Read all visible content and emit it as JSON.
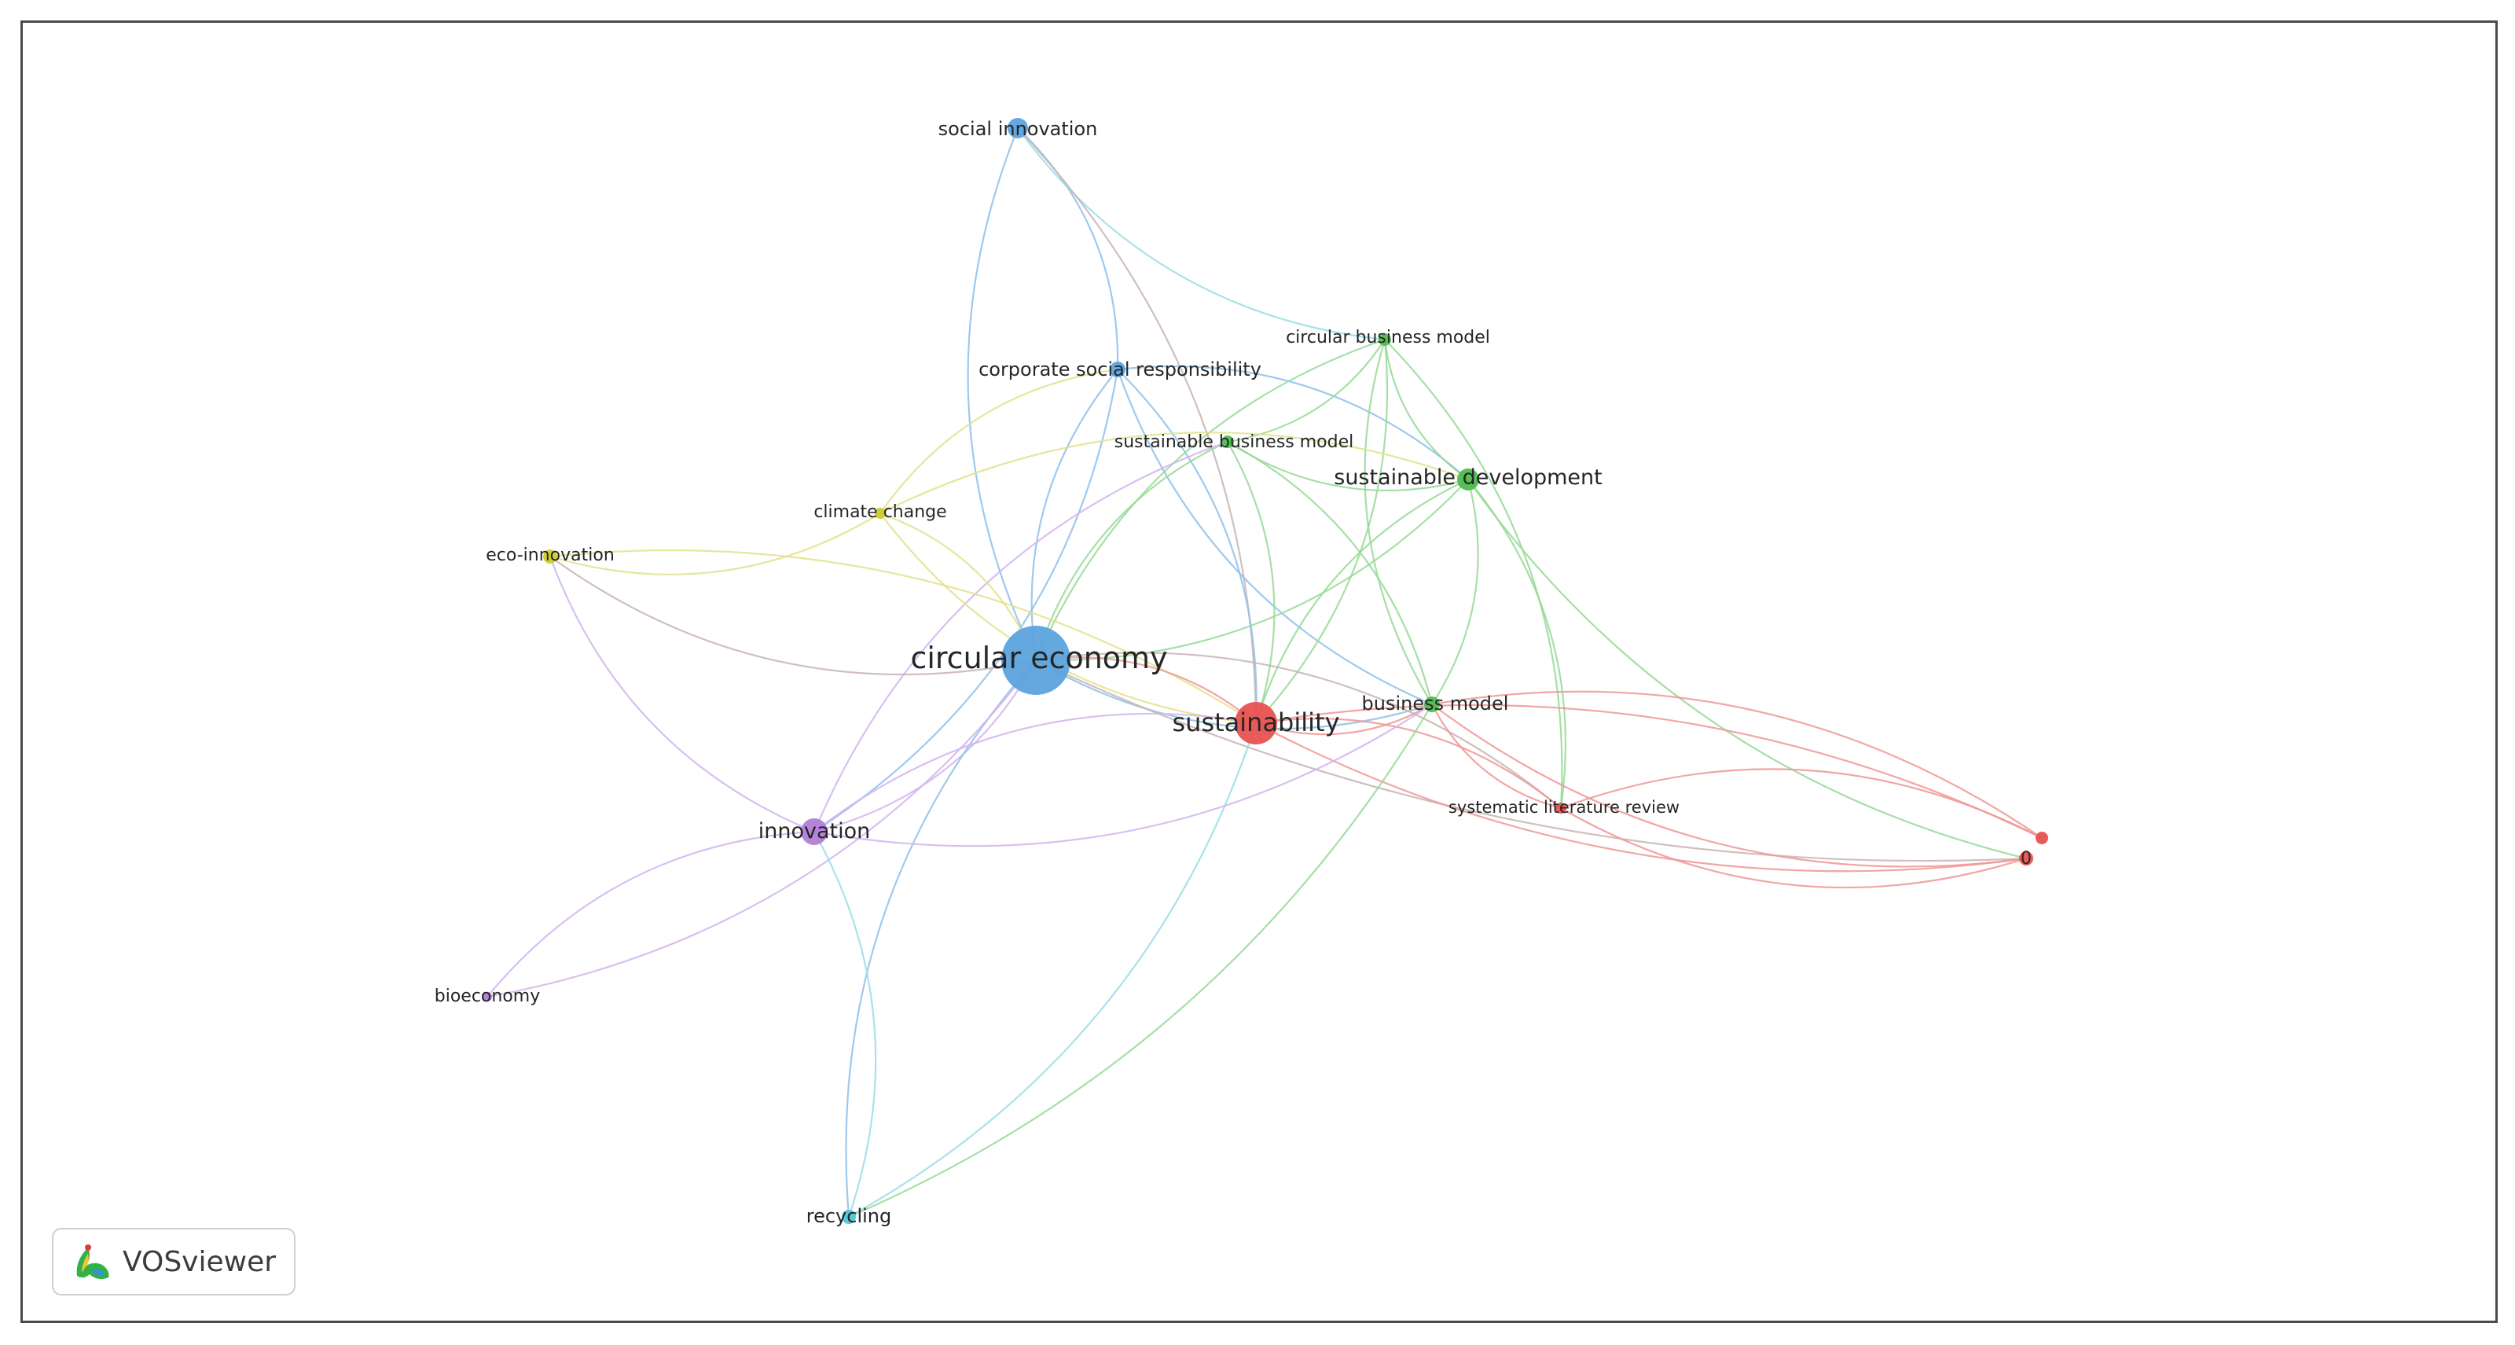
{
  "map": {
    "nodes": [
      {
        "id": "social_innovation",
        "label": "social innovation",
        "cluster": "blue"
      },
      {
        "id": "circular_business_model",
        "label": "circular business model",
        "cluster": "green"
      },
      {
        "id": "csr",
        "label": "corporate social responsibility",
        "cluster": "blue"
      },
      {
        "id": "sustainable_business_model",
        "label": "sustainable business model",
        "cluster": "green"
      },
      {
        "id": "sustainable_development",
        "label": "sustainable development",
        "cluster": "green"
      },
      {
        "id": "climate_change",
        "label": "climate change",
        "cluster": "yellow"
      },
      {
        "id": "eco_innovation",
        "label": "eco-innovation",
        "cluster": "yellow"
      },
      {
        "id": "circular_economy",
        "label": "circular economy",
        "cluster": "blue"
      },
      {
        "id": "business_model",
        "label": "business model",
        "cluster": "green"
      },
      {
        "id": "sustainability",
        "label": "sustainability",
        "cluster": "red"
      },
      {
        "id": "systematic_literature_review",
        "label": "systematic literature review",
        "cluster": "red"
      },
      {
        "id": "innovation",
        "label": "innovation",
        "cluster": "purple"
      },
      {
        "id": "zero",
        "label": "0",
        "cluster": "red"
      },
      {
        "id": "red_small",
        "label": "",
        "cluster": "red"
      },
      {
        "id": "bioeconomy",
        "label": "bioeconomy",
        "cluster": "purple"
      },
      {
        "id": "recycling",
        "label": "recycling",
        "cluster": "cyan"
      }
    ],
    "clusters": {
      "blue": "#5ca3dd",
      "green": "#4fbd4f",
      "red": "#e8524f",
      "yellow": "#cccc2e",
      "purple": "#b07fd8",
      "cyan": "#4ec6d6"
    },
    "edge_colors": {
      "blue": "#8ec0ea",
      "green": "#96d996",
      "red": "#ee9694",
      "yellow": "#e2e28a",
      "purple": "#d2b4ef",
      "cyan": "#98dde6",
      "mixed": "#c8b4b4"
    },
    "edges": [
      {
        "from": "social_innovation",
        "to": "circular_economy",
        "color": "blue"
      },
      {
        "from": "social_innovation",
        "to": "csr",
        "color": "blue"
      },
      {
        "from": "social_innovation",
        "to": "circular_business_model",
        "color": "cyan"
      },
      {
        "from": "social_innovation",
        "to": "sustainability",
        "color": "mixed"
      },
      {
        "from": "csr",
        "to": "circular_economy",
        "color": "blue"
      },
      {
        "from": "csr",
        "to": "sustainability",
        "color": "blue"
      },
      {
        "from": "csr",
        "to": "business_model",
        "color": "blue"
      },
      {
        "from": "csr",
        "to": "sustainable_development",
        "color": "blue"
      },
      {
        "from": "csr",
        "to": "climate_change",
        "color": "yellow"
      },
      {
        "from": "csr",
        "to": "innovation",
        "color": "blue"
      },
      {
        "from": "circular_business_model",
        "to": "sustainable_development",
        "color": "green"
      },
      {
        "from": "circular_business_model",
        "to": "sustainability",
        "color": "green"
      },
      {
        "from": "circular_business_model",
        "to": "business_model",
        "color": "green"
      },
      {
        "from": "circular_business_model",
        "to": "sustainable_business_model",
        "color": "green"
      },
      {
        "from": "circular_business_model",
        "to": "circular_economy",
        "color": "green"
      },
      {
        "from": "circular_business_model",
        "to": "systematic_literature_review",
        "color": "green"
      },
      {
        "from": "sustainable_business_model",
        "to": "sustainable_development",
        "color": "green"
      },
      {
        "from": "sustainable_business_model",
        "to": "sustainability",
        "color": "green"
      },
      {
        "from": "sustainable_business_model",
        "to": "circular_economy",
        "color": "green"
      },
      {
        "from": "sustainable_business_model",
        "to": "business_model",
        "color": "green"
      },
      {
        "from": "sustainable_business_model",
        "to": "innovation",
        "color": "purple"
      },
      {
        "from": "sustainable_development",
        "to": "circular_economy",
        "color": "green"
      },
      {
        "from": "sustainable_development",
        "to": "sustainability",
        "color": "green"
      },
      {
        "from": "sustainable_development",
        "to": "business_model",
        "color": "green"
      },
      {
        "from": "sustainable_development",
        "to": "zero",
        "color": "green"
      },
      {
        "from": "sustainable_development",
        "to": "systematic_literature_review",
        "color": "green"
      },
      {
        "from": "sustainable_development",
        "to": "climate_change",
        "color": "yellow"
      },
      {
        "from": "climate_change",
        "to": "circular_economy",
        "color": "yellow"
      },
      {
        "from": "climate_change",
        "to": "sustainability",
        "color": "yellow"
      },
      {
        "from": "climate_change",
        "to": "eco_innovation",
        "color": "yellow"
      },
      {
        "from": "eco_innovation",
        "to": "circular_economy",
        "color": "mixed"
      },
      {
        "from": "eco_innovation",
        "to": "sustainability",
        "color": "yellow"
      },
      {
        "from": "eco_innovation",
        "to": "innovation",
        "color": "purple"
      },
      {
        "from": "circular_economy",
        "to": "sustainability",
        "color": "red"
      },
      {
        "from": "circular_economy",
        "to": "business_model",
        "color": "blue"
      },
      {
        "from": "circular_economy",
        "to": "innovation",
        "color": "purple"
      },
      {
        "from": "circular_economy",
        "to": "recycling",
        "color": "blue"
      },
      {
        "from": "circular_economy",
        "to": "bioeconomy",
        "color": "purple"
      },
      {
        "from": "circular_economy",
        "to": "zero",
        "color": "mixed"
      },
      {
        "from": "circular_economy",
        "to": "systematic_literature_review",
        "color": "mixed"
      },
      {
        "from": "sustainability",
        "to": "business_model",
        "color": "red"
      },
      {
        "from": "sustainability",
        "to": "systematic_literature_review",
        "color": "red"
      },
      {
        "from": "sustainability",
        "to": "zero",
        "color": "red"
      },
      {
        "from": "sustainability",
        "to": "red_small",
        "color": "red"
      },
      {
        "from": "sustainability",
        "to": "innovation",
        "color": "purple"
      },
      {
        "from": "sustainability",
        "to": "recycling",
        "color": "cyan"
      },
      {
        "from": "business_model",
        "to": "zero",
        "color": "red"
      },
      {
        "from": "business_model",
        "to": "red_small",
        "color": "red"
      },
      {
        "from": "business_model",
        "to": "systematic_literature_review",
        "color": "red"
      },
      {
        "from": "business_model",
        "to": "recycling",
        "color": "green"
      },
      {
        "from": "systematic_literature_review",
        "to": "zero",
        "color": "red"
      },
      {
        "from": "systematic_literature_review",
        "to": "red_small",
        "color": "red"
      },
      {
        "from": "innovation",
        "to": "bioeconomy",
        "color": "purple"
      },
      {
        "from": "innovation",
        "to": "recycling",
        "color": "cyan"
      },
      {
        "from": "innovation",
        "to": "business_model",
        "color": "purple"
      }
    ]
  },
  "logo": {
    "text": "VOSviewer"
  }
}
